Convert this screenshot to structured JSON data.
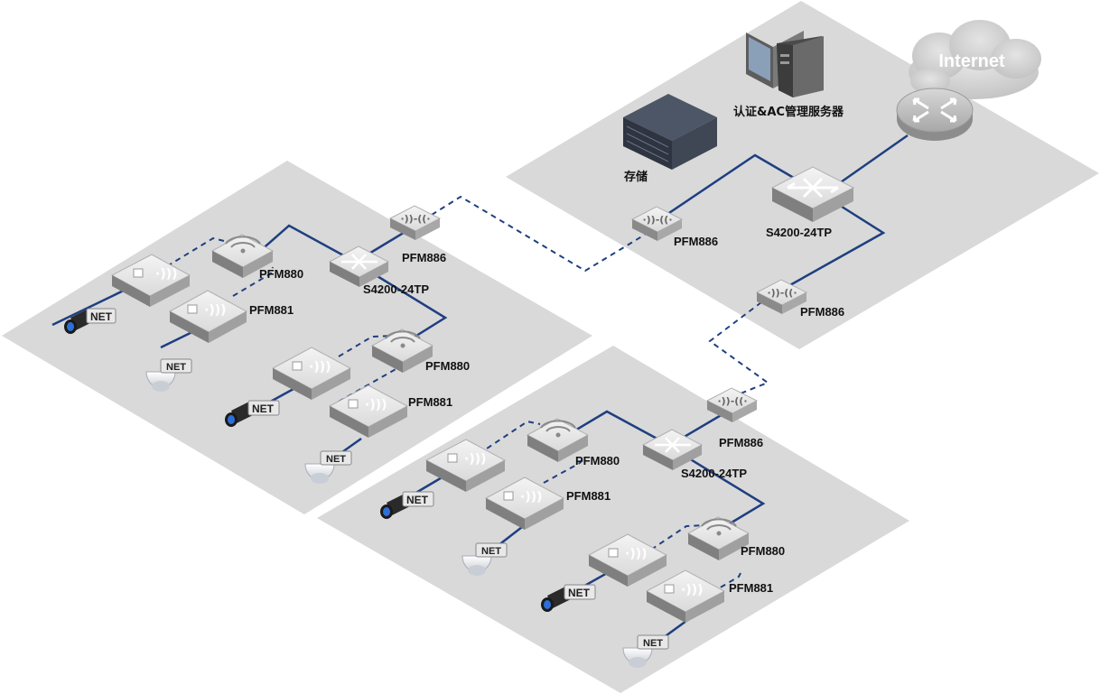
{
  "internet": {
    "label": "Internet"
  },
  "core_zone": {
    "server_label": "认证&AC管理服务器",
    "storage_label": "存储",
    "switch_label": "S4200-24TP",
    "bridge_left_label": "PFM886",
    "bridge_bottom_label": "PFM886"
  },
  "site_a": {
    "bridge_label": "PFM886",
    "switch_label": "S4200-24TP",
    "ap1_label": "PFM880",
    "client1_label": "PFM881",
    "ap2_label": "PFM880",
    "client2_label": "PFM881"
  },
  "site_b": {
    "bridge_label": "PFM886",
    "switch_label": "S4200-24TP",
    "ap1_label": "PFM880",
    "client1_label": "PFM881",
    "ap2_label": "PFM880",
    "client2_label": "PFM881"
  },
  "camera_badge": "NET",
  "colors": {
    "zone_fill": "#d9d9d9",
    "wired_link": "#1f3f80",
    "wireless_link": "#1f3f80",
    "device_top": "#e6e6e6",
    "device_side": "#9e9e9e"
  }
}
